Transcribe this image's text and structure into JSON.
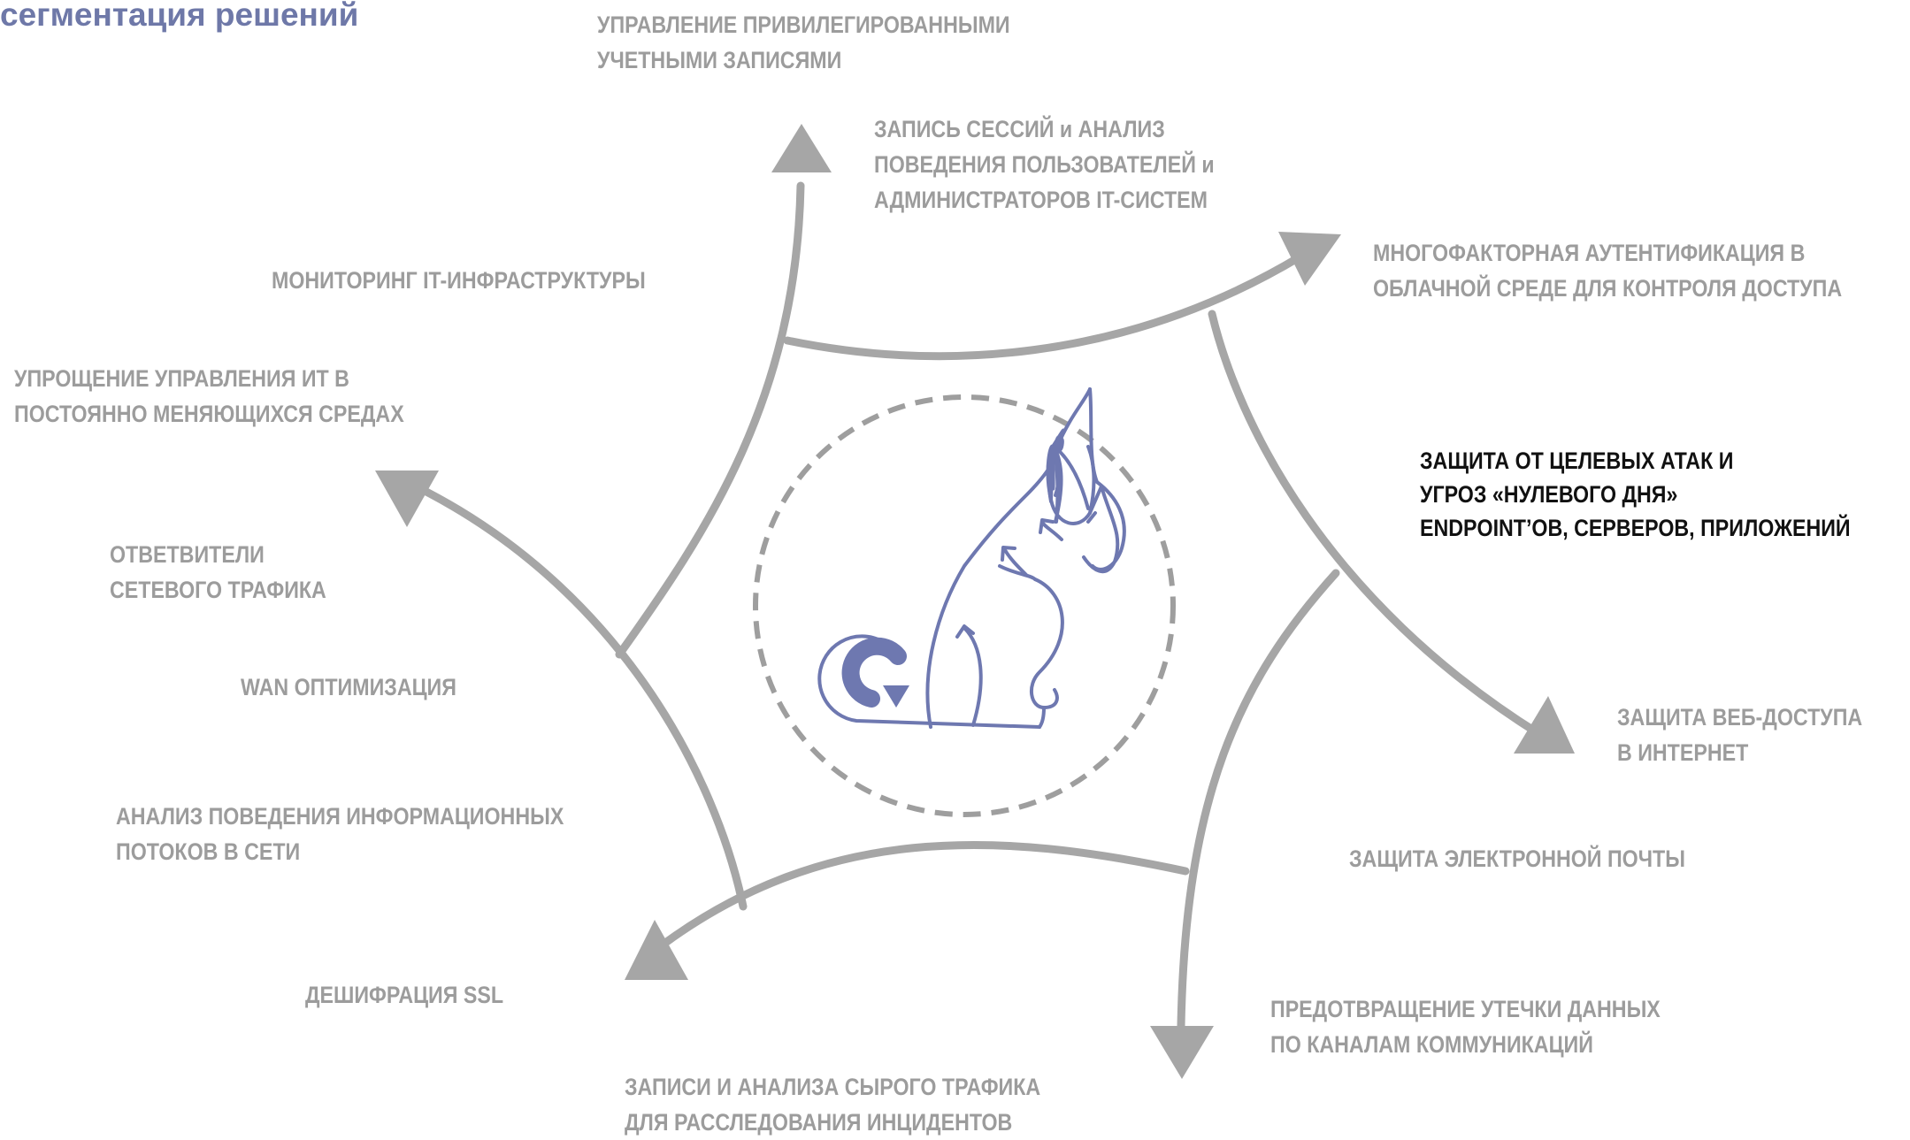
{
  "title": "сегментация решений",
  "colors": {
    "arrow": "#a6a6a6",
    "dashed_circle": "#9e9e9e",
    "logo": "#6e78b0",
    "label": "#9c9c9c",
    "highlight_label": "#111111",
    "title": "#6e78a8"
  },
  "center_logo": "cat-logo-icon",
  "labels": [
    {
      "id": "privileged-accounts",
      "lines": [
        "УПРАВЛЕНИЕ ПРИВИЛЕГИРОВАННЫМИ",
        "УЧЕТНЫМИ ЗАПИСЯМИ"
      ]
    },
    {
      "id": "session-recording",
      "lines": [
        "ЗАПИСЬ СЕССИЙ и АНАЛИЗ",
        "ПОВЕДЕНИЯ ПОЛЬЗОВАТЕЛЕЙ и",
        "АДМИНИСТРАТОРОВ IT-СИСТЕМ"
      ]
    },
    {
      "id": "cloud-mfa",
      "lines": [
        "МНОГОФАКТОРНАЯ АУТЕНТИФИКАЦИЯ В",
        "ОБЛАЧНОЙ СРЕДЕ ДЛЯ КОНТРОЛЯ ДОСТУПА"
      ]
    },
    {
      "id": "it-monitoring",
      "lines": [
        "МОНИТОРИНГ IT-ИНФРАСТРУКТУРЫ"
      ]
    },
    {
      "id": "it-simplification",
      "lines": [
        "УПРОЩЕНИЕ УПРАВЛЕНИЯ ИТ В",
        "ПОСТОЯННО МЕНЯЮЩИХСЯ СРЕДАХ"
      ]
    },
    {
      "id": "targeted-attacks",
      "lines": [
        "ЗАЩИТА ОТ ЦЕЛЕВЫХ АТАК И",
        "УГРОЗ «НУЛЕВОГО ДНЯ»",
        "ENDPOINT’ОВ, СЕРВЕРОВ, ПРИЛОЖЕНИЙ"
      ]
    },
    {
      "id": "network-taps",
      "lines": [
        "ОТВЕТВИТЕЛИ",
        "СЕТЕВОГО ТРАФИКА"
      ]
    },
    {
      "id": "wan-optimization",
      "lines": [
        "WAN ОПТИМИЗАЦИЯ"
      ]
    },
    {
      "id": "web-access",
      "lines": [
        "ЗАЩИТА ВЕБ-ДОСТУПА",
        "В ИНТЕРНЕТ"
      ]
    },
    {
      "id": "flow-analysis",
      "lines": [
        "АНАЛИЗ ПОВЕДЕНИЯ ИНФОРМАЦИОННЫХ",
        "ПОТОКОВ В СЕТИ"
      ]
    },
    {
      "id": "email-protection",
      "lines": [
        "ЗАЩИТА ЭЛЕКТРОННОЙ ПОЧТЫ"
      ]
    },
    {
      "id": "ssl-decryption",
      "lines": [
        "ДЕШИФРАЦИЯ SSL"
      ]
    },
    {
      "id": "dlp",
      "lines": [
        "ПРЕДОТВРАЩЕНИЕ УТЕЧКИ ДАННЫХ",
        "ПО КАНАЛАМ КОММУНИКАЦИЙ"
      ]
    },
    {
      "id": "raw-traffic",
      "lines": [
        "ЗАПИСИ И АНАЛИЗА СЫРОГО ТРАФИКА",
        "ДЛЯ РАССЛЕДОВАНИЯ ИНЦИДЕНТОВ"
      ]
    }
  ]
}
